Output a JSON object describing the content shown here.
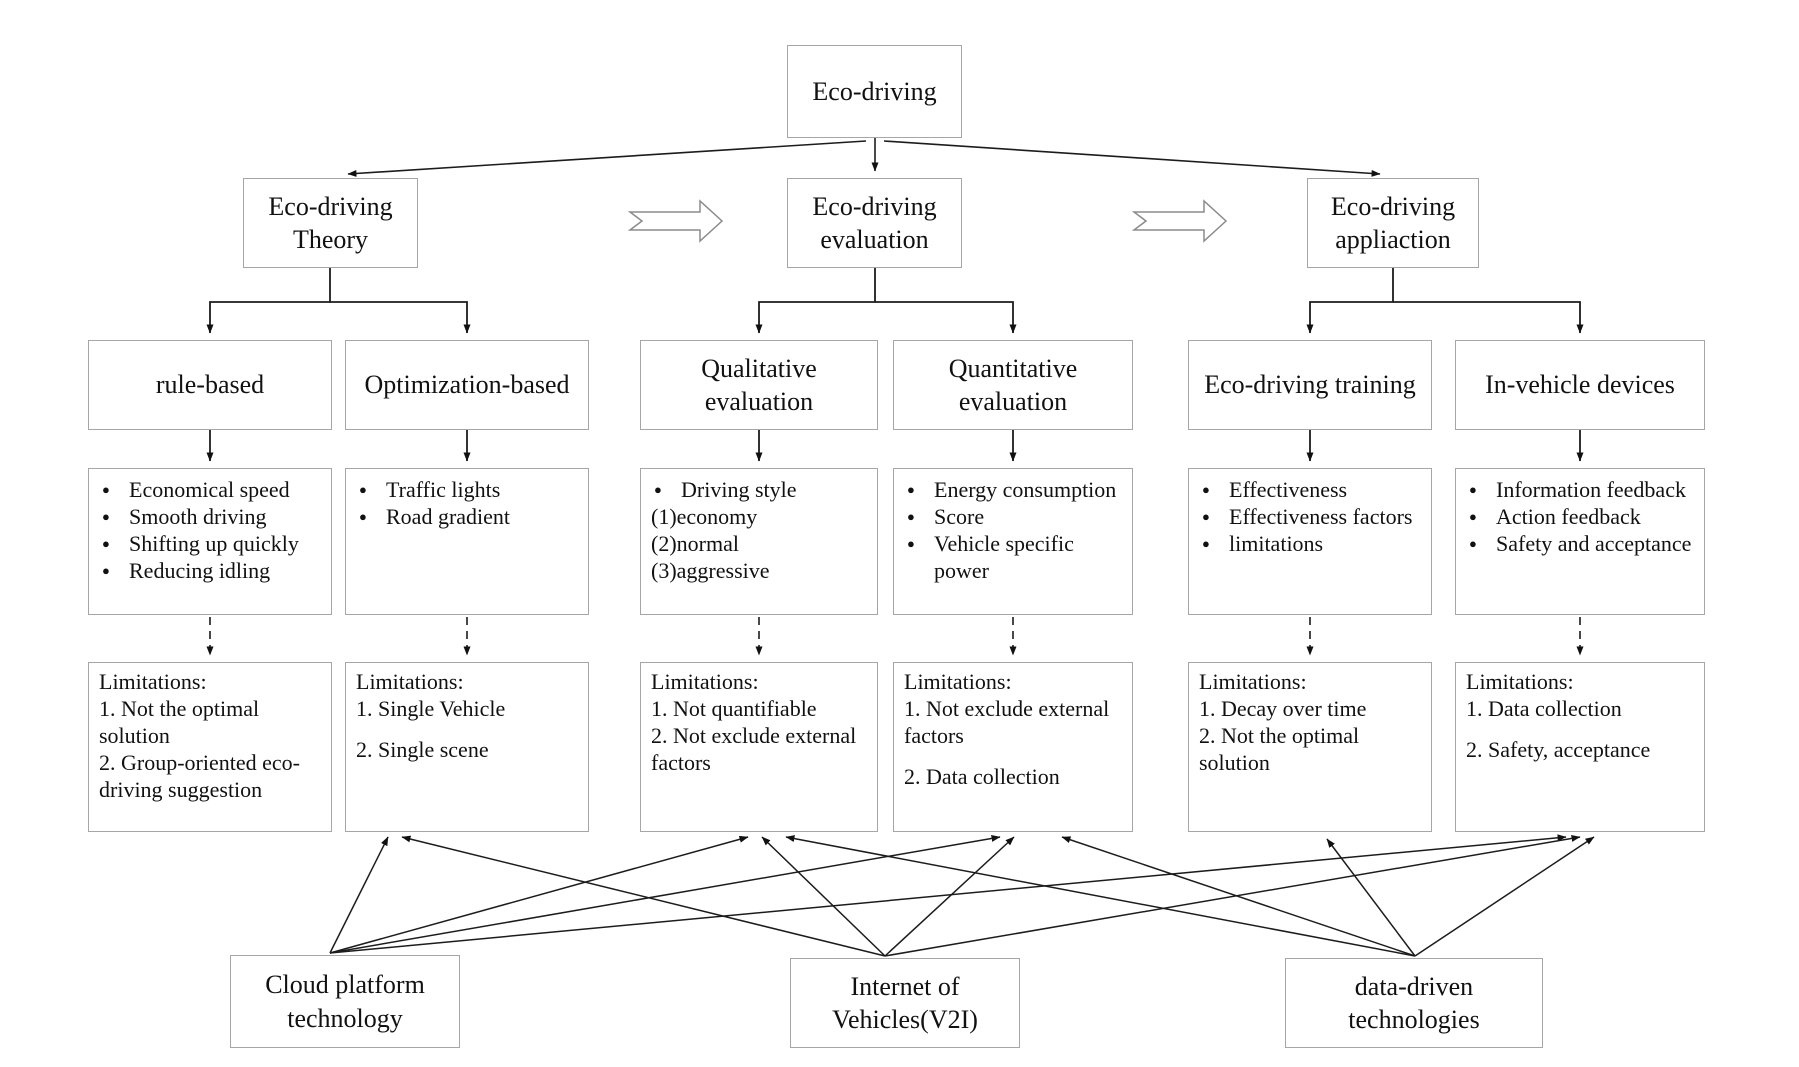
{
  "diagram": {
    "background": "#ffffff",
    "box_border_color": "#a6a6a6",
    "line_color": "#1c1c1c",
    "hollow_arrow_color": "#8c8c8c"
  },
  "root_label": "Eco-driving",
  "level2": [
    {
      "label": "Eco-driving Theory"
    },
    {
      "label": "Eco-driving evaluation"
    },
    {
      "label": "Eco-driving appliaction"
    }
  ],
  "columns": [
    {
      "title": "rule-based",
      "items": [
        {
          "text": "Economical speed",
          "bullet": true
        },
        {
          "text": "Smooth driving",
          "bullet": true
        },
        {
          "text": "Shifting up quickly",
          "bullet": true
        },
        {
          "text": "Reducing idling",
          "bullet": true
        }
      ],
      "limitations": [
        "Limitations:",
        "1. Not the optimal solution",
        "2. Group-oriented eco-driving suggestion"
      ]
    },
    {
      "title": "Optimization-based",
      "items": [
        {
          "text": "Traffic lights",
          "bullet": true
        },
        {
          "text": "Road gradient",
          "bullet": true
        }
      ],
      "limitations": [
        "Limitations:",
        "1. Single Vehicle",
        "",
        "2. Single scene"
      ]
    },
    {
      "title": "Qualitative evaluation",
      "items": [
        {
          "text": "Driving style",
          "bullet": true
        },
        {
          "text": "(1)economy",
          "bullet": false
        },
        {
          "text": "(2)normal",
          "bullet": false
        },
        {
          "text": "(3)aggressive",
          "bullet": false
        }
      ],
      "limitations": [
        "Limitations:",
        "1. Not quantifiable",
        "2. Not exclude external factors"
      ]
    },
    {
      "title": "Quantitative evaluation",
      "items": [
        {
          "text": "Energy consumption",
          "bullet": true
        },
        {
          "text": "Score",
          "bullet": true
        },
        {
          "text": "Vehicle specific power",
          "bullet": true
        }
      ],
      "limitations": [
        "Limitations:",
        "1. Not exclude external factors",
        "",
        "2. Data collection"
      ]
    },
    {
      "title": "Eco-driving training",
      "items": [
        {
          "text": "Effectiveness",
          "bullet": true
        },
        {
          "text": "Effectiveness factors",
          "bullet": true
        },
        {
          "text": "limitations",
          "bullet": true
        }
      ],
      "limitations": [
        "Limitations:",
        "1. Decay over time",
        "2. Not the optimal solution"
      ]
    },
    {
      "title": "In-vehicle devices",
      "items": [
        {
          "text": "Information feedback",
          "bullet": true
        },
        {
          "text": "Action feedback",
          "bullet": true
        },
        {
          "text": "Safety and acceptance",
          "bullet": true
        }
      ],
      "limitations": [
        "Limitations:",
        "1. Data collection",
        "",
        "2. Safety, acceptance"
      ]
    }
  ],
  "technologies": [
    {
      "label": "Cloud platform technology"
    },
    {
      "label": "Internet of Vehicles(V2I)"
    },
    {
      "label": "data-driven technologies"
    }
  ]
}
